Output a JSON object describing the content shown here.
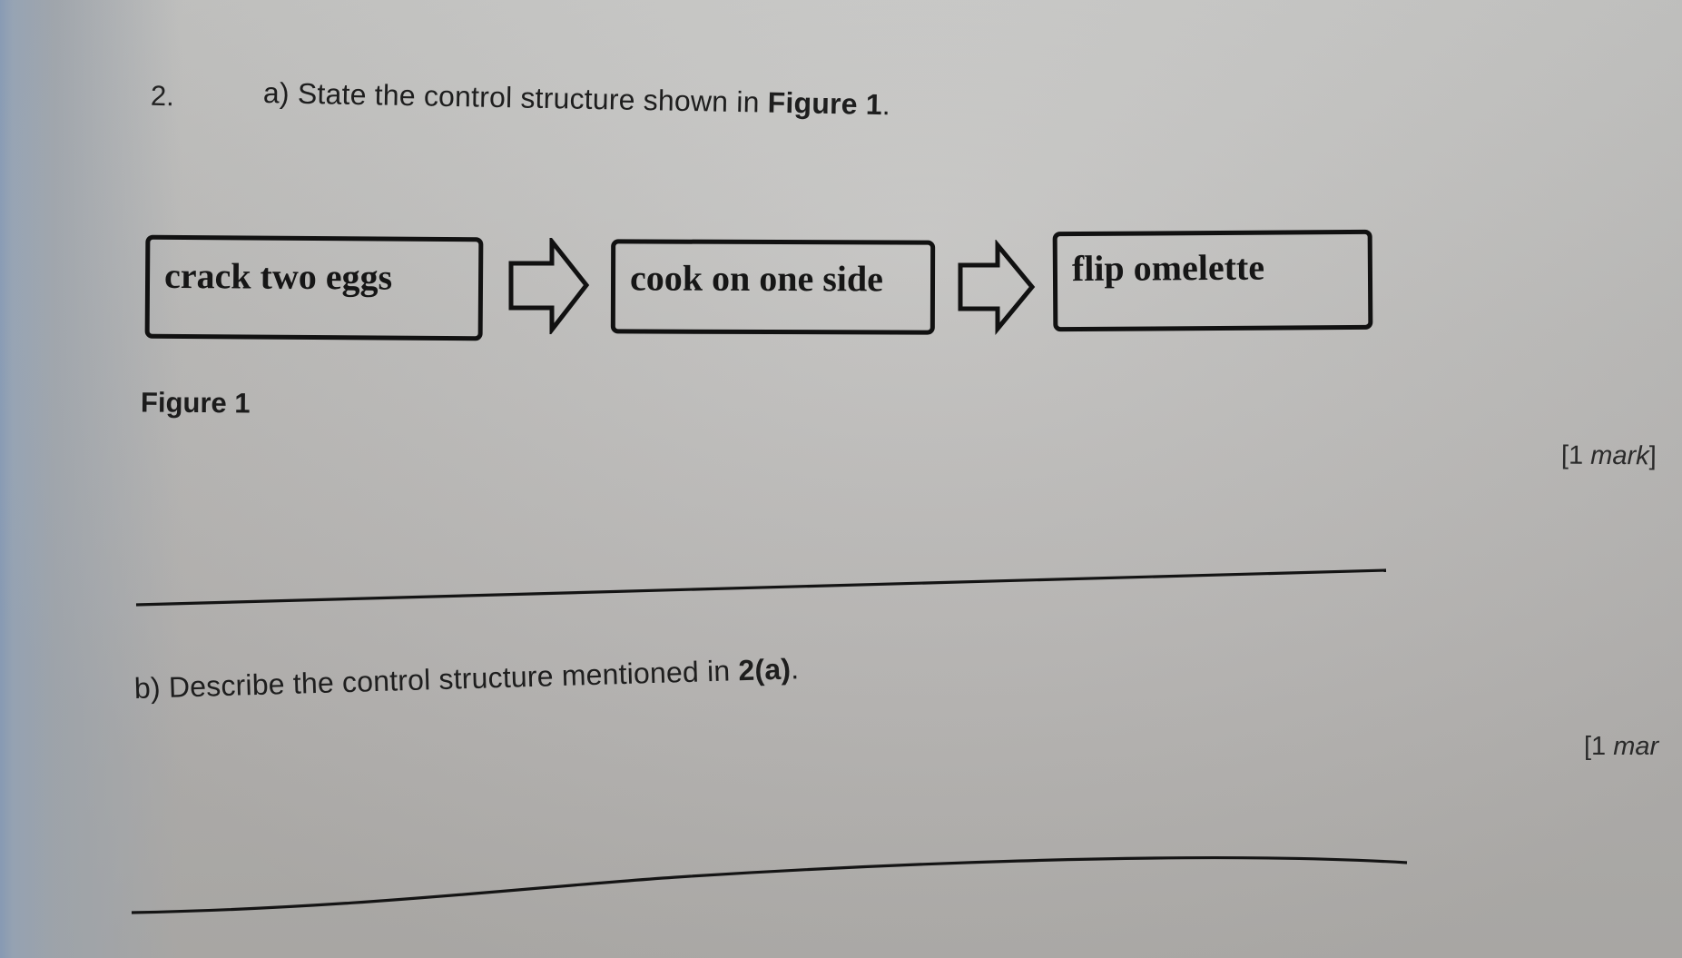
{
  "question": {
    "number": "2.",
    "part_a": {
      "prefix": "a) State the control structure shown in ",
      "bold_ref": "Figure 1",
      "suffix": ".",
      "marks_open": "[1 ",
      "marks_word": "mark",
      "marks_close": "]"
    },
    "part_b": {
      "prefix": "b)  Describe the control structure mentioned in ",
      "bold_ref": "2(a)",
      "suffix": ".",
      "marks_open": "[1 ",
      "marks_word": "mar"
    }
  },
  "figure": {
    "caption": "Figure 1",
    "steps": [
      {
        "label": "crack two eggs"
      },
      {
        "label": "cook on one side"
      },
      {
        "label": "flip omelette"
      }
    ],
    "arrow_icon": "block-arrow-right"
  },
  "colors": {
    "ink": "#111111",
    "paper": "#bfbebc",
    "left_edge_blue": "#8fa3be"
  }
}
